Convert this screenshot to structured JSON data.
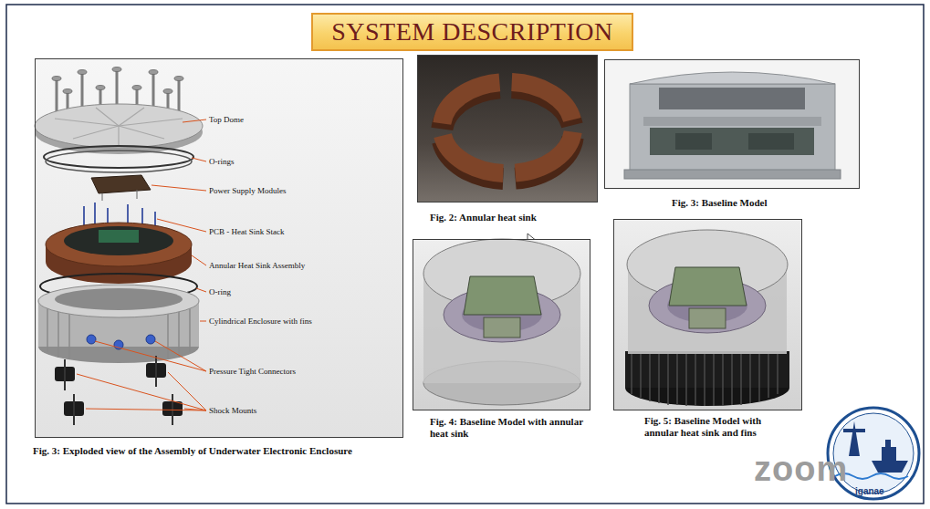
{
  "diagram": {
    "title": "SYSTEM DESCRIPTION",
    "nodes": [
      {
        "text": [
          "Fig. 3: Exploded view of the Assembly of Underwater Electronic Enclosure"
        ]
      },
      {
        "text": [
          "Fig. 2: Annular heat sink"
        ]
      },
      {
        "text": [
          "Fig. 3: Baseline Model"
        ]
      },
      {
        "text": [
          "Fig. 4: Baseline Model with annular heat sink"
        ]
      },
      {
        "text": [
          "Fig. 5: Baseline Model with annular heat sink and fins"
        ]
      }
    ],
    "labels": [
      "Top Dome",
      "O-rings",
      "Power Supply Modules",
      "PCB - Heat Sink Stack",
      "Annular Heat Sink Assembly",
      "O-ring",
      "Cylindrical Enclosure with fins",
      "Pressure Tight Connectors",
      "Shock Mounts",
      "zoom",
      "iganae"
    ]
  }
}
